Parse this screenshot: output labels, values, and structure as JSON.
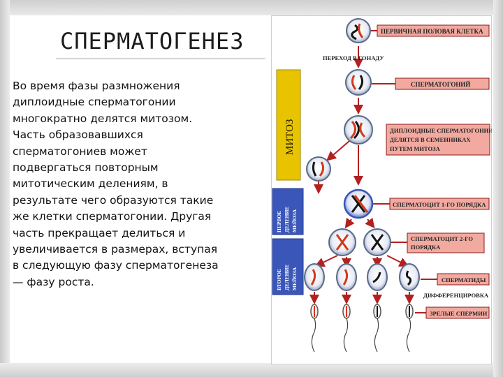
{
  "slide": {
    "title": "СПЕРМАТОГЕНЕЗ",
    "body": "Во время фазы размножения\nдиплоидные сперматогонии\nмногократно делятся митозом.\nЧасть образовавшихся\nсперматогониев может\nподвергаться повторным\nмитотическим делениям, в\nрезультате чего образуются такие\nже клетки сперматогонии. Другая\nчасть прекращает делиться и\nувеличивается в размерах, вступая\nв следующую фазу сперматогенеза\n— фазу роста."
  },
  "figure": {
    "side_labels": {
      "mitosis": "МИТОЗ",
      "first_division": [
        "ПЕРВОЕ",
        "ДЕЛЕНИЕ",
        "МЕЙОЗА"
      ],
      "second_division": [
        "ВТОРОЕ",
        "ДЕЛЕНИЕ",
        "МЕЙОЗА"
      ]
    },
    "labels": {
      "primary_germ_cell": "ПЕРВИЧНАЯ ПОЛОВАЯ КЛЕТКА",
      "transfer_to_gonad": "ПЕРЕХОД В ГОНАДУ",
      "spermatogonium": "СПЕРМАТОГОНИЙ",
      "diploid_line1": "ДИПЛОИДНЫЕ СПЕРМАТОГОНИИ",
      "diploid_line2": "ДЕЛЯТСЯ В СЕМЕННИКАХ",
      "diploid_line3": "ПУТЕМ МИТОЗА",
      "spermatocyte1": "СПЕРМАТОЦИТ 1-ГО ПОРЯДКА",
      "spermatocyte2_line1": "СПЕРМАТОЦИТ 2-ГО",
      "spermatocyte2_line2": "ПОРЯДКА",
      "spermatids": "СПЕРМАТИДЫ",
      "differentiation": "ДИФФЕРЕНЦИРОВКА",
      "mature_sperm": "ЗРЕЛЫЕ СПЕРМИИ"
    },
    "colors": {
      "label_fill": "#f1a9a0",
      "label_border": "#8b1a1a",
      "mitosis_bar": "#e8c400",
      "meiosis_bar": "#3a56b8",
      "arrow": "#b32020",
      "cell_outline": "#5a6a8a",
      "chromosome_red": "#d23a1a",
      "chromosome_black": "#151515"
    }
  }
}
